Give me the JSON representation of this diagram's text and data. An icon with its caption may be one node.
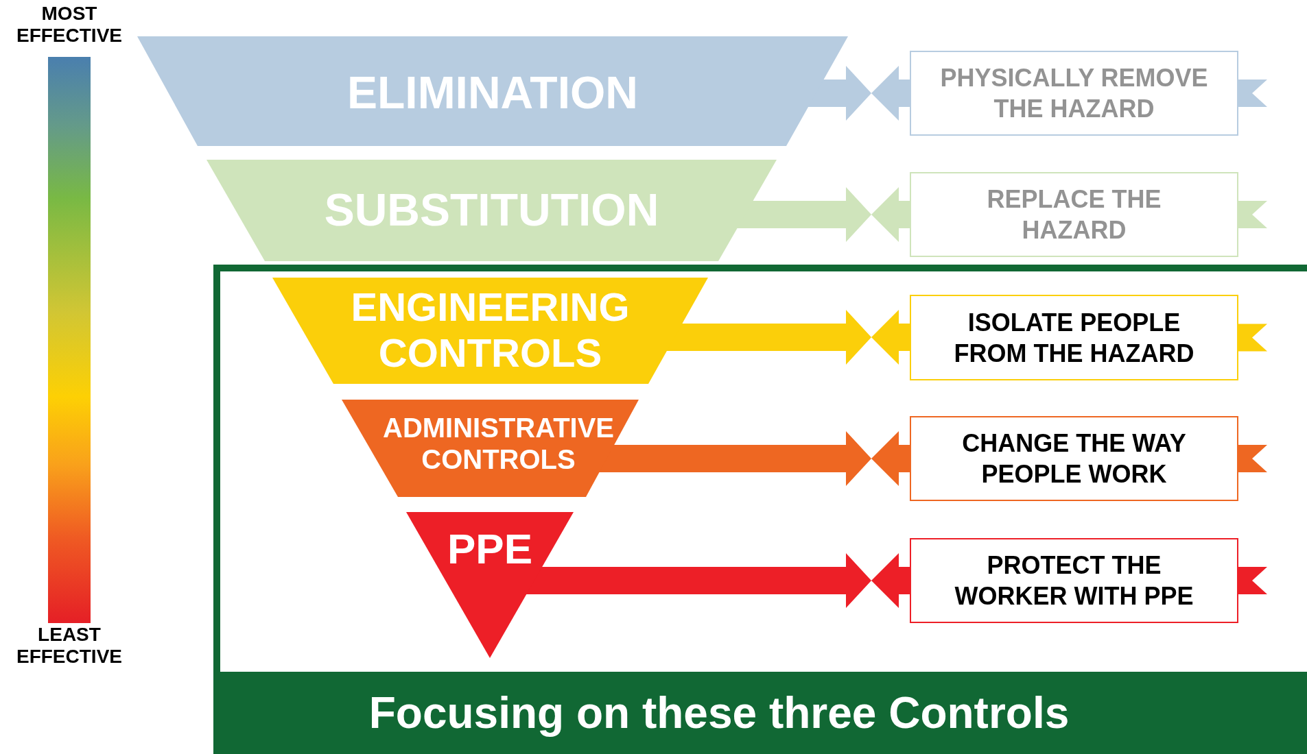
{
  "diagram": {
    "nodes": [
      {
        "text": [
          "ELIMINATION"
        ]
      },
      {
        "text": [
          "SUBSTITUTION"
        ]
      },
      {
        "text": [
          "Focusing on these three Controls"
        ]
      },
      {
        "text": [
          "ENGINEERING CONTROLS"
        ],
        "in": 2
      },
      {
        "text": [
          "ADMINISTRATIVE CONTROLS"
        ],
        "in": 2
      },
      {
        "text": [
          "PPE"
        ],
        "in": 2
      },
      {
        "text": [
          "PHYSICALLY REMOVE THE HAZARD"
        ]
      },
      {
        "text": [
          "REPLACE THE HAZARD"
        ]
      },
      {
        "text": [
          "ISOLATE PEOPLE FROM THE HAZARD"
        ],
        "in": 2
      },
      {
        "text": [
          "CHANGE THE WAY PEOPLE WORK"
        ],
        "in": 2
      },
      {
        "text": [
          "PROTECT THE WORKER WITH PPE"
        ],
        "in": 2
      },
      {
        "text": [],
        "shape": "bar",
        "beside": [
          "MOST EFFECTIVE",
          "LEAST EFFECTIVE"
        ]
      }
    ],
    "edges": [
      {
        "from": 0,
        "to": null,
        "arrow": "to",
        "color": "#b7cce0"
      },
      {
        "from": 6,
        "to": null,
        "arrow": "to",
        "color": "#b7cce0"
      },
      {
        "from": 1,
        "to": null,
        "arrow": "to",
        "color": "#cfe4bb"
      },
      {
        "from": 7,
        "to": null,
        "arrow": "to",
        "color": "#cfe4bb"
      },
      {
        "from": 3,
        "to": null,
        "arrow": "to",
        "color": "#fbcf0a"
      },
      {
        "from": 8,
        "to": null,
        "arrow": "to",
        "color": "#fbcf0a"
      },
      {
        "from": 4,
        "to": null,
        "arrow": "to",
        "color": "#ee6722"
      },
      {
        "from": 9,
        "to": null,
        "arrow": "to",
        "color": "#ee6722"
      },
      {
        "from": 5,
        "to": null,
        "arrow": "to",
        "color": "#ed1f27"
      },
      {
        "from": 10,
        "to": null,
        "arrow": "to",
        "color": "#ed1f27"
      }
    ]
  }
}
